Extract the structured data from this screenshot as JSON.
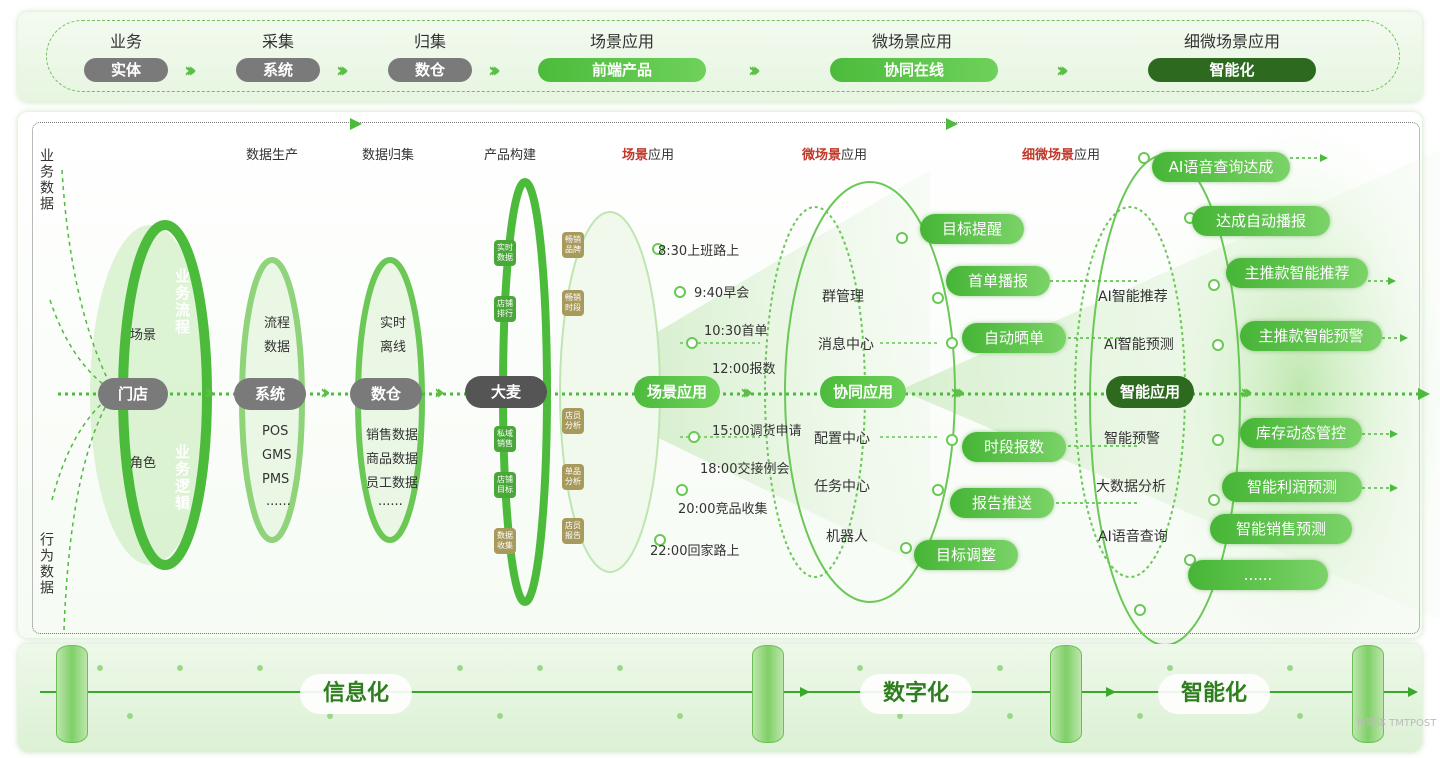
{
  "top": {
    "stages": [
      {
        "title": "业务",
        "pill": "实体",
        "style": "grey"
      },
      {
        "title": "采集",
        "pill": "系统",
        "style": "grey"
      },
      {
        "title": "归集",
        "pill": "数仓",
        "style": "grey"
      },
      {
        "title": "场景应用",
        "pill": "前端产品",
        "style": "green"
      },
      {
        "title": "微场景应用",
        "pill": "协同在线",
        "style": "green"
      },
      {
        "title": "细微场景应用",
        "pill": "智能化",
        "style": "dark"
      }
    ]
  },
  "main": {
    "left_labels": {
      "top": "业务数据",
      "bottom": "行为数据"
    },
    "headers": {
      "data_production": "数据生产",
      "data_collection": "数据归集",
      "product_build": "产品构建",
      "scene_red": "场景",
      "scene_rest": "应用",
      "micro_red": "微场景",
      "micro_rest": "应用",
      "fine_red": "细微场景",
      "fine_rest": "应用"
    },
    "store": {
      "scene": "场景",
      "role": "角色",
      "flow": "业务流程",
      "logic": "业务逻辑",
      "node": "门店"
    },
    "system": {
      "top1": "流程",
      "top2": "数据",
      "node": "系统",
      "items": [
        "POS",
        "GMS",
        "PMS",
        "......"
      ]
    },
    "warehouse": {
      "top1": "实时",
      "top2": "离线",
      "node": "数仓",
      "items": [
        "销售数据",
        "商品数据",
        "员工数据",
        "......"
      ]
    },
    "product": {
      "node": "大麦",
      "left_tags": [
        "实时数据",
        "店铺排行",
        "私域销售",
        "店铺目标",
        "数据收集"
      ],
      "right_tags": [
        "畅销品牌",
        "畅销时段",
        "店员分析",
        "单品分析",
        "店员报告"
      ]
    },
    "timeline": [
      "8:30上班路上",
      "9:40早会",
      "10:30首单",
      "12:00报数",
      "15:00调货申请",
      "18:00交接例会",
      "20:00竞品收集",
      "22:00回家路上"
    ],
    "scene_node": "场景应用",
    "micro": {
      "items": [
        "群管理",
        "消息中心",
        "配置中心",
        "任务中心",
        "机器人"
      ],
      "node": "协同应用"
    },
    "micro_pills": [
      "目标提醒",
      "首单播报",
      "自动晒单",
      "时段报数",
      "报告推送",
      "目标调整"
    ],
    "fine": {
      "items": [
        "AI智能推荐",
        "AI智能预测",
        "智能预警",
        "大数据分析",
        "AI语音查询"
      ],
      "node": "智能应用"
    },
    "fine_pills": [
      "AI语音查询达成",
      "达成自动播报",
      "主推款智能推荐",
      "主推款智能预警",
      "库存动态管控",
      "智能利润预测",
      "智能销售预测",
      "......"
    ]
  },
  "bottom": {
    "labels": [
      "信息化",
      "数字化",
      "智能化"
    ]
  },
  "watermark": "钛媒体 TMTPOST"
}
